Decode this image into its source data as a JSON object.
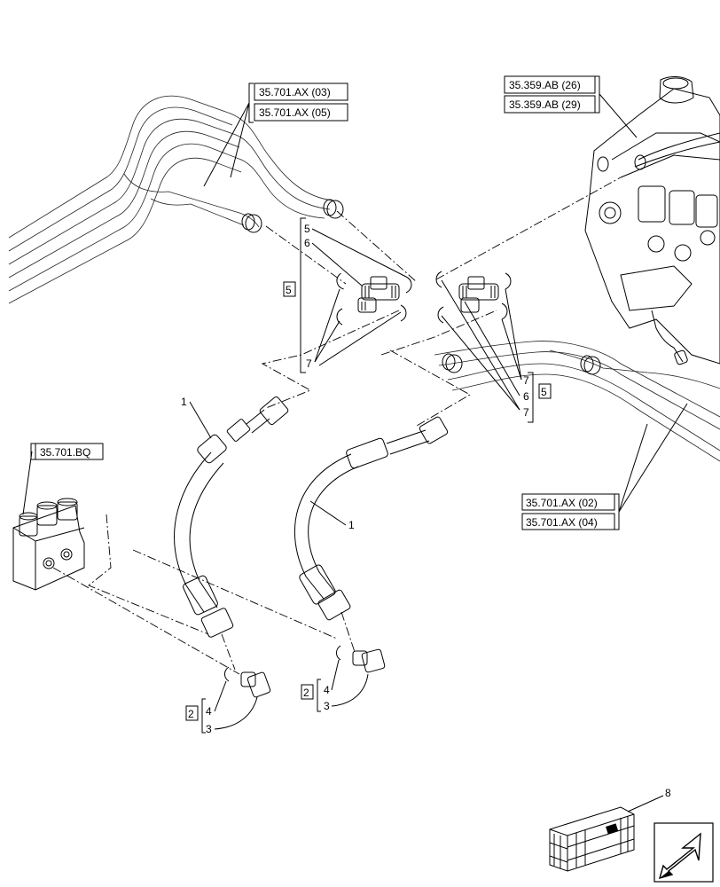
{
  "references": {
    "top_left_1": "35.701.AX (03)",
    "top_left_2": "35.701.AX (05)",
    "top_right_1": "35.359.AB (26)",
    "top_right_2": "35.359.AB (29)",
    "left_valve": "35.701.BQ",
    "mid_right_1": "35.701.AX (02)",
    "mid_right_2": "35.701.AX (04)"
  },
  "callouts": {
    "group_left": "5",
    "left_5": "5",
    "left_6": "6",
    "left_7": "7",
    "group_right": "5",
    "right_7a": "7",
    "right_6": "6",
    "right_7b": "7",
    "hose_left": "1",
    "hose_right": "1",
    "fit_left_group": "2",
    "fit_left_4": "4",
    "fit_left_3": "3",
    "fit_right_group": "2",
    "fit_right_4": "4",
    "fit_right_3": "3",
    "kit": "8"
  },
  "icons": {
    "kit": "crate-icon",
    "nav": "arrow-back-icon"
  }
}
